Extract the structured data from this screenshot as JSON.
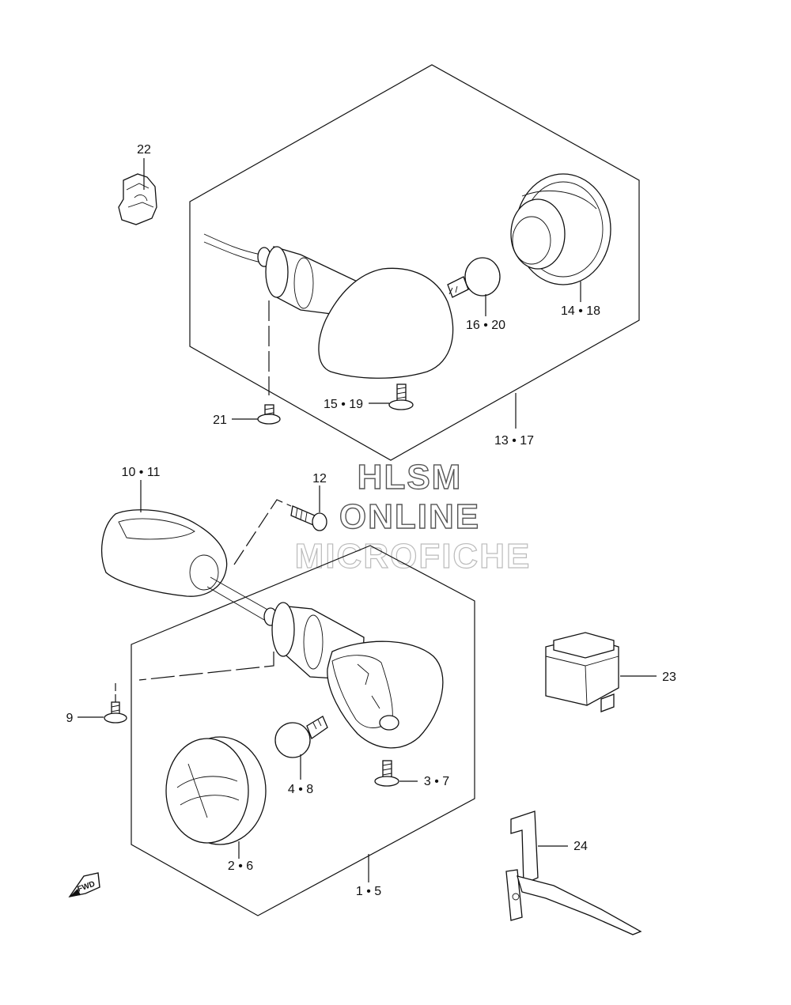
{
  "watermark": {
    "line1": "HLSM",
    "line2": "ONLINE",
    "line3": "MICROFICHE"
  },
  "fwd_label": "FWD",
  "labels": {
    "l22": "22",
    "l14_18": "14 • 18",
    "l16_20": "16 • 20",
    "l15_19": "15 • 19",
    "l21": "21",
    "l13_17": "13 • 17",
    "l10_11": "10 • 11",
    "l12": "12",
    "l23": "23",
    "l9": "9",
    "l4_8": "4 • 8",
    "l3_7": "3 • 7",
    "l2_6": "2 • 6",
    "l1_5": "1 • 5",
    "l24": "24"
  }
}
